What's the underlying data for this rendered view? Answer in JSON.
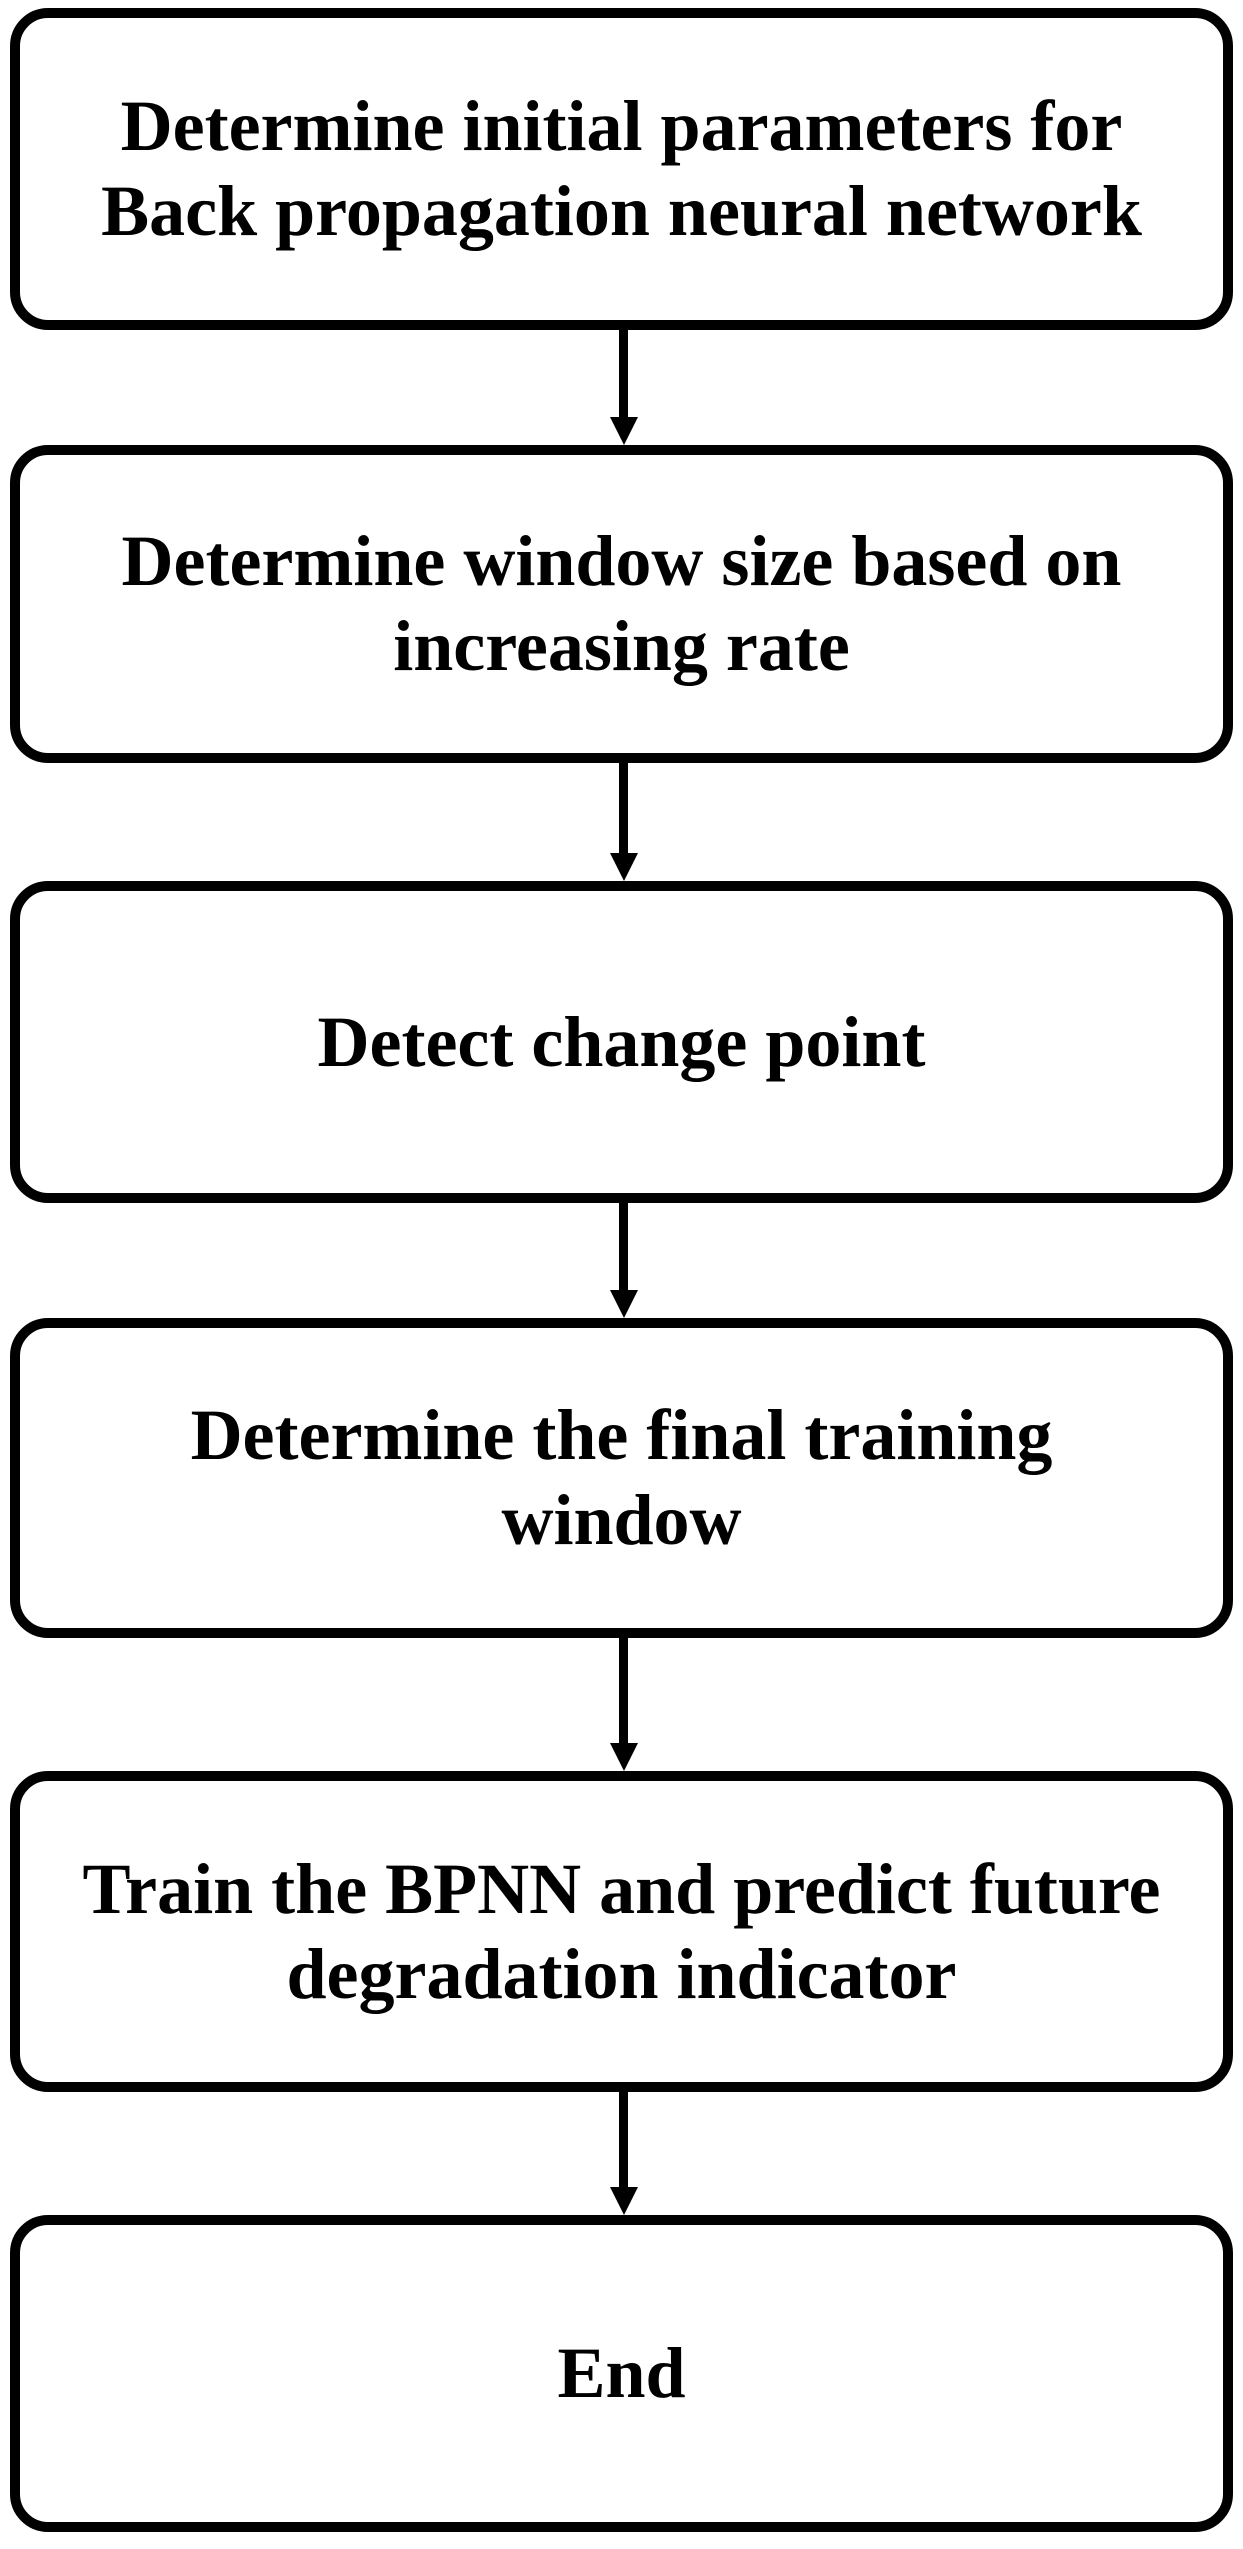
{
  "diagram": {
    "type": "flowchart",
    "direction": "top-down",
    "colors": {
      "background": "#ffffff",
      "node_fill": "#ffffff",
      "node_border": "#000000",
      "text": "#000000",
      "arrow": "#000000"
    },
    "nodes": [
      {
        "id": "step-1",
        "label": "Determine initial parameters for Back propagation neural network",
        "lines": [
          "Determine initial parameters for",
          "Back propagation neural network"
        ]
      },
      {
        "id": "step-2",
        "label": "Determine window size based on increasing rate",
        "lines": [
          "Determine window size based on",
          "increasing rate"
        ]
      },
      {
        "id": "step-3",
        "label": "Detect change point",
        "lines": [
          "Detect change point"
        ]
      },
      {
        "id": "step-4",
        "label": "Determine the final training window",
        "lines": [
          "Determine the final training",
          "window"
        ]
      },
      {
        "id": "step-5",
        "label": "Train the BPNN and predict future degradation indicator",
        "lines": [
          "Train the BPNN and predict future",
          "degradation indicator"
        ]
      },
      {
        "id": "end",
        "label": "End",
        "lines": [
          "End"
        ]
      }
    ],
    "edges": [
      {
        "from": "step-1",
        "to": "step-2",
        "arrowhead": "down"
      },
      {
        "from": "step-2",
        "to": "step-3",
        "arrowhead": "down"
      },
      {
        "from": "step-3",
        "to": "step-4",
        "arrowhead": "down"
      },
      {
        "from": "step-4",
        "to": "step-5",
        "arrowhead": "down"
      },
      {
        "from": "step-5",
        "to": "end",
        "arrowhead": "down"
      }
    ]
  }
}
